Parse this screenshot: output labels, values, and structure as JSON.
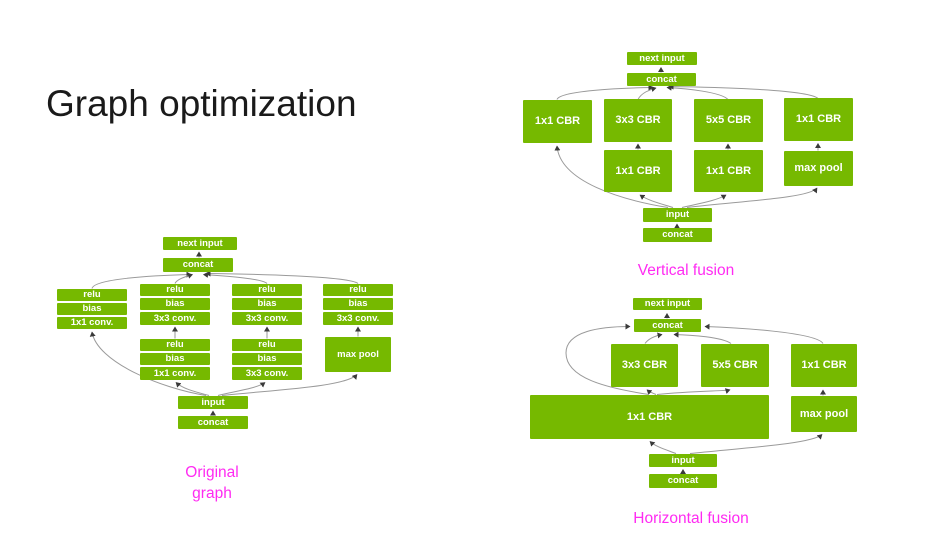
{
  "title": "Graph optimization",
  "colors": {
    "background": "#ffffff",
    "title_color": "#1a1a1a",
    "node_green": "#76b900",
    "caption_magenta": "#ff2bf2",
    "arrow": "#9a9a9a",
    "arrowhead": "#3a3a3a"
  },
  "original": {
    "caption_line1": "Original",
    "caption_line2": "graph",
    "nodes": {
      "next_input": "next input",
      "concat_top": "concat",
      "c1_relu": "relu",
      "c1_bias": "bias",
      "c1_conv": "1x1 conv.",
      "c2_relu": "relu",
      "c2_bias": "bias",
      "c2_conv": "3x3 conv.",
      "c3_relu": "relu",
      "c3_bias": "bias",
      "c3_conv": "3x3 conv.",
      "c4_relu": "relu",
      "c4_bias": "bias",
      "c4_conv": "3x3 conv.",
      "c2b_relu": "relu",
      "c2b_bias": "bias",
      "c2b_conv": "1x1 conv.",
      "c3b_relu": "relu",
      "c3b_bias": "bias",
      "c3b_conv": "3x3 conv.",
      "max_pool": "max pool",
      "input": "input",
      "concat_bottom": "concat"
    }
  },
  "vertical": {
    "caption": "Vertical fusion",
    "nodes": {
      "next_input": "next input",
      "concat_top": "concat",
      "cbr_1x1_left": "1x1 CBR",
      "cbr_3x3": "3x3 CBR",
      "cbr_5x5": "5x5 CBR",
      "cbr_1x1_right": "1x1 CBR",
      "cbr_1x1_mid_left": "1x1 CBR",
      "cbr_1x1_mid_right": "1x1 CBR",
      "max_pool": "max pool",
      "input": "input",
      "concat_bottom": "concat"
    }
  },
  "horizontal": {
    "caption": "Horizontal fusion",
    "nodes": {
      "next_input": "next input",
      "concat_top": "concat",
      "cbr_3x3": "3x3 CBR",
      "cbr_5x5": "5x5 CBR",
      "cbr_1x1_right": "1x1 CBR",
      "cbr_1x1_wide": "1x1 CBR",
      "max_pool": "max pool",
      "input": "input",
      "concat_bottom": "concat"
    }
  }
}
